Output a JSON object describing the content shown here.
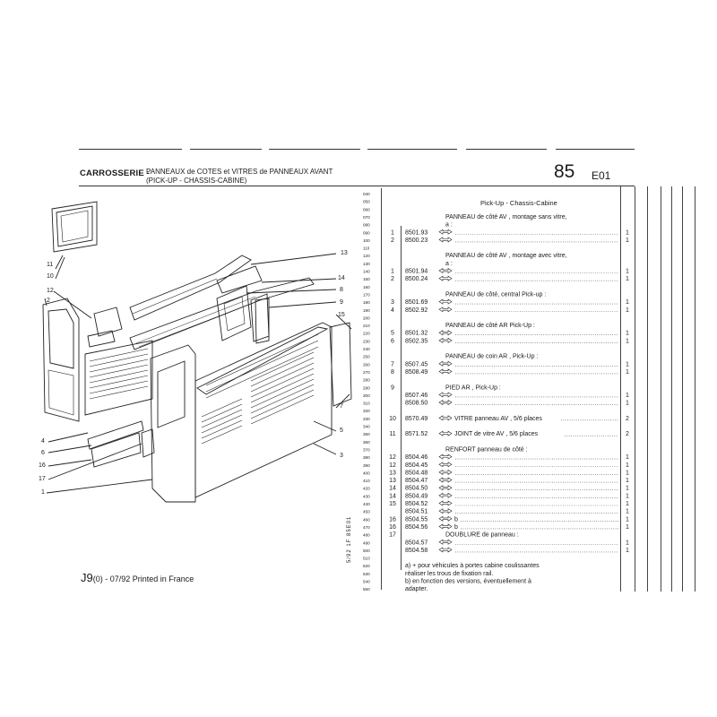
{
  "header": {
    "section": "CARROSSERIE -",
    "title_line1": "PANNEAUX de COTES et VITRES de PANNEAUX AVANT",
    "title_line2": "(PICK-UP - CHASSIS-CABINE)",
    "page_number": "85",
    "page_sub": "E01"
  },
  "footer": {
    "model": "J9",
    "variant": "(0) - 07/92 Printed in France"
  },
  "vertical_code": "5/92 1F 85E01",
  "callouts": [
    "11",
    "10",
    "12",
    "2",
    "4",
    "6",
    "16",
    "17",
    "1",
    "13",
    "14",
    "8",
    "9",
    "15",
    "7",
    "5",
    "3"
  ],
  "table": {
    "title": "Pick-Up - Chassis-Cabine",
    "rows": [
      {
        "line": "040",
        "item": "",
        "ref": "",
        "desc": "",
        "qty": ""
      },
      {
        "line": "050",
        "item": "",
        "ref": "",
        "desc": "",
        "qty": ""
      },
      {
        "line": "060",
        "item": "",
        "ref": "",
        "desc": "",
        "qty": ""
      },
      {
        "line": "070",
        "item": "",
        "ref": "",
        "desc": "PANNEAU de côté AV , montage sans vitre,",
        "qty": ""
      },
      {
        "line": "080",
        "item": "",
        "ref": "",
        "desc": "a :",
        "qty": ""
      },
      {
        "line": "090",
        "item": "1",
        "ref": "8501.93",
        "desc": "",
        "qty": "1"
      },
      {
        "line": "100",
        "item": "2",
        "ref": "8500.23",
        "desc": "",
        "qty": "1"
      },
      {
        "line": "110",
        "item": "",
        "ref": "",
        "desc": "",
        "qty": ""
      },
      {
        "line": "120",
        "item": "",
        "ref": "",
        "desc": "PANNEAU de côté AV , montage avec vitre,",
        "qty": ""
      },
      {
        "line": "130",
        "item": "",
        "ref": "",
        "desc": "a :",
        "qty": ""
      },
      {
        "line": "140",
        "item": "1",
        "ref": "8501.94",
        "desc": "",
        "qty": "1"
      },
      {
        "line": "150",
        "item": "2",
        "ref": "8500.24",
        "desc": "",
        "qty": "1"
      },
      {
        "line": "160",
        "item": "",
        "ref": "",
        "desc": "",
        "qty": ""
      },
      {
        "line": "170",
        "item": "",
        "ref": "",
        "desc": "PANNEAU de côté, central Pick-up :",
        "qty": ""
      },
      {
        "line": "180",
        "item": "3",
        "ref": "8501.69",
        "desc": "",
        "qty": "1"
      },
      {
        "line": "190",
        "item": "4",
        "ref": "8502.92",
        "desc": "",
        "qty": "1"
      },
      {
        "line": "200",
        "item": "",
        "ref": "",
        "desc": "",
        "qty": ""
      },
      {
        "line": "210",
        "item": "",
        "ref": "",
        "desc": "PANNEAU de côté AR Pick-Up :",
        "qty": ""
      },
      {
        "line": "220",
        "item": "5",
        "ref": "8501.32",
        "desc": "",
        "qty": "1"
      },
      {
        "line": "230",
        "item": "6",
        "ref": "8502.35",
        "desc": "",
        "qty": "1"
      },
      {
        "line": "240",
        "item": "",
        "ref": "",
        "desc": "",
        "qty": ""
      },
      {
        "line": "250",
        "item": "",
        "ref": "",
        "desc": "PANNEAU de coin AR , Pick-Up :",
        "qty": ""
      },
      {
        "line": "260",
        "item": "7",
        "ref": "8507.45",
        "desc": "",
        "qty": "1"
      },
      {
        "line": "270",
        "item": "8",
        "ref": "8508.49",
        "desc": "",
        "qty": "1"
      },
      {
        "line": "280",
        "item": "",
        "ref": "",
        "desc": "",
        "qty": ""
      },
      {
        "line": "290",
        "item": "9",
        "ref": "",
        "desc": "PIED AR , Pick-Up :",
        "qty": ""
      },
      {
        "line": "300",
        "item": "",
        "ref": "8507.46",
        "desc": "",
        "qty": "1"
      },
      {
        "line": "310",
        "item": "",
        "ref": "8508.50",
        "desc": "",
        "qty": "1"
      },
      {
        "line": "320",
        "item": "",
        "ref": "",
        "desc": "",
        "qty": ""
      },
      {
        "line": "330",
        "item": "10",
        "ref": "8570.49",
        "desc": "VITRE panneau AV , 5/6 places",
        "qty": "2"
      },
      {
        "line": "340",
        "item": "",
        "ref": "",
        "desc": "",
        "qty": ""
      },
      {
        "line": "350",
        "item": "11",
        "ref": "8571.52",
        "desc": "JOINT de vitre AV , 5/6 places",
        "qty": "2"
      },
      {
        "line": "360",
        "item": "",
        "ref": "",
        "desc": "",
        "qty": ""
      },
      {
        "line": "370",
        "item": "",
        "ref": "",
        "desc": "RENFORT panneau de côté :",
        "qty": ""
      },
      {
        "line": "380",
        "item": "12",
        "ref": "8504.46",
        "desc": "",
        "qty": "1"
      },
      {
        "line": "390",
        "item": "12",
        "ref": "8504.45",
        "desc": "",
        "qty": "1"
      },
      {
        "line": "400",
        "item": "13",
        "ref": "8504.48",
        "desc": "",
        "qty": "1"
      },
      {
        "line": "410",
        "item": "13",
        "ref": "8504.47",
        "desc": "",
        "qty": "1"
      },
      {
        "line": "420",
        "item": "14",
        "ref": "8504.50",
        "desc": "",
        "qty": "1"
      },
      {
        "line": "430",
        "item": "14",
        "ref": "8504.49",
        "desc": "",
        "qty": "1"
      },
      {
        "line": "440",
        "item": "15",
        "ref": "8504.52",
        "desc": "",
        "qty": "1"
      },
      {
        "line": "450",
        "item": "",
        "ref": "8504.51",
        "desc": "",
        "qty": "1"
      },
      {
        "line": "460",
        "item": "16",
        "ref": "8504.55",
        "desc": "b",
        "qty": "1"
      },
      {
        "line": "470",
        "item": "16",
        "ref": "8504.56",
        "desc": "b",
        "qty": "1"
      },
      {
        "line": "480",
        "item": "17",
        "ref": "",
        "desc": "DOUBLURE de panneau :",
        "qty": ""
      },
      {
        "line": "490",
        "item": "",
        "ref": "8504.57",
        "desc": "",
        "qty": "1"
      },
      {
        "line": "500",
        "item": "",
        "ref": "8504.58",
        "desc": "",
        "qty": "1"
      },
      {
        "line": "510",
        "item": "",
        "ref": "",
        "desc": "",
        "qty": ""
      },
      {
        "line": "520",
        "item": "",
        "ref": "",
        "desc": "a)  +  pour véhicules à portes cabine coulissantes",
        "qty": ""
      },
      {
        "line": "530",
        "item": "",
        "ref": "",
        "desc": "réaliser les trous de fixation rail.",
        "qty": ""
      },
      {
        "line": "540",
        "item": "",
        "ref": "",
        "desc": "b) en fonction des versions, éventuellement à",
        "qty": ""
      },
      {
        "line": "550",
        "item": "",
        "ref": "",
        "desc": "adapter.",
        "qty": ""
      }
    ]
  }
}
